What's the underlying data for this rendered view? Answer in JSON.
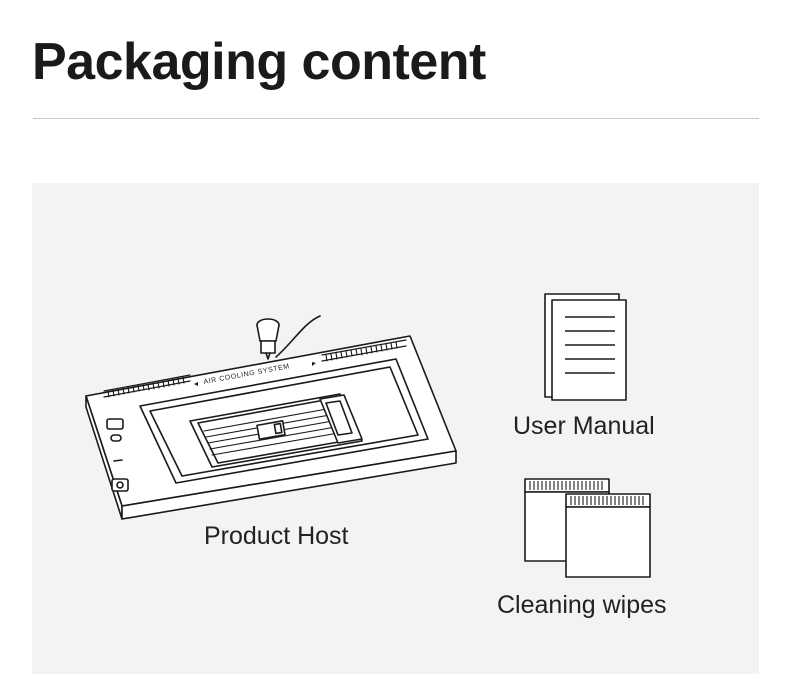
{
  "page": {
    "title": "Packaging content"
  },
  "items": [
    {
      "label": "Product Host",
      "icon": "product-host-illustration"
    },
    {
      "label": "User Manual",
      "icon": "manual-icon"
    },
    {
      "label": "Cleaning wipes",
      "icon": "wipes-icon"
    }
  ],
  "device": {
    "imprint": "AIR COOLING SYSTEM"
  }
}
